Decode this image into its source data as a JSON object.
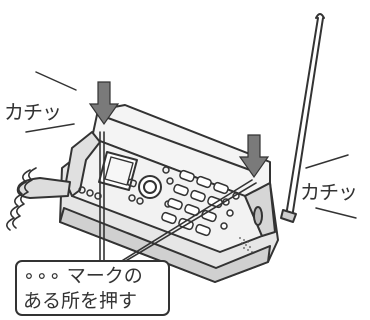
{
  "labels": {
    "sound_left": "カチッ",
    "sound_right": "カチッ",
    "callout_dots": "∘∘∘",
    "callout_line1": "マークの",
    "callout_line2": "ある所を押す"
  },
  "colors": {
    "outline": "#333333",
    "body_fill": "#f2f2f2",
    "side_fill": "#d4d4d4",
    "arrow_fill": "#7a7a7a"
  }
}
